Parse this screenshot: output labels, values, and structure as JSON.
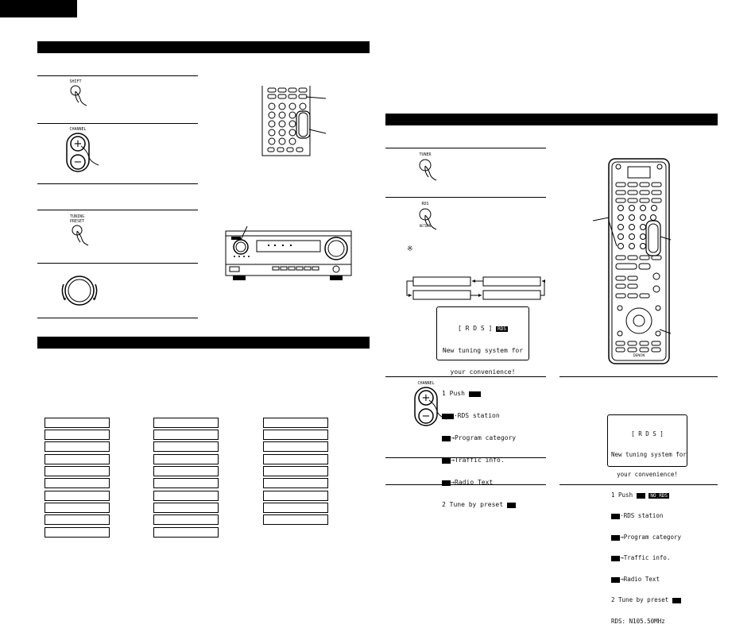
{
  "icons": {
    "shift": "SHIFT",
    "channel": "CHANNEL",
    "tuning_preset_line1": "TUNING",
    "tuning_preset_line2": "PRESET",
    "tuner": "TUNER",
    "rds_line1": "RDS",
    "rds_line2": "RETURN"
  },
  "note_mark": "※",
  "osd1": {
    "title": "[ R D S ]",
    "title_tag": "RDS",
    "line1": "New tuning system for",
    "line2": "your convenience!",
    "line3": "1 Push",
    "item1": "·RDS station",
    "item2": "→Program category",
    "item3": "→Traffic info.",
    "item4": "→Radio Text",
    "line4": "2 Tune by preset"
  },
  "osd2": {
    "title": "[ R D S ]",
    "line1": "New tuning system for",
    "line2": "your convenience!",
    "line3": "1 Push",
    "tag_right": "NO RDS",
    "item1": "·RDS station",
    "item2": "→Program category",
    "item3": "→Traffic info.",
    "item4": "→Radio Text",
    "line4": "2 Tune by preset",
    "line5": "RDS: N105.50MHz"
  },
  "brand": "DENON"
}
